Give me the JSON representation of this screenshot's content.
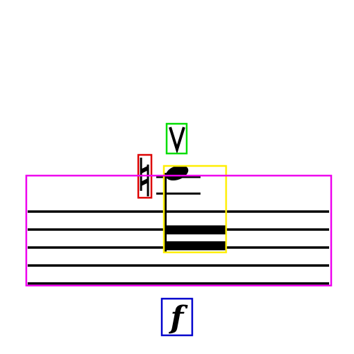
{
  "score": {
    "staff_lines": 5,
    "ledger_lines_above": 2,
    "notehead": "filled",
    "beams": 2,
    "accidental": "natural",
    "articulation": "up-bow",
    "dynamic": "f"
  },
  "annotations": [
    {
      "label": "up-bow",
      "color": "#00dd00"
    },
    {
      "label": "natural",
      "color": "#dd0000"
    },
    {
      "label": "note-group",
      "color": "#ffee00"
    },
    {
      "label": "staff",
      "color": "#ee00ee"
    },
    {
      "label": "dynamic",
      "color": "#0000cc"
    }
  ],
  "colors": {
    "ink": "#000000",
    "background": "#ffffff"
  }
}
